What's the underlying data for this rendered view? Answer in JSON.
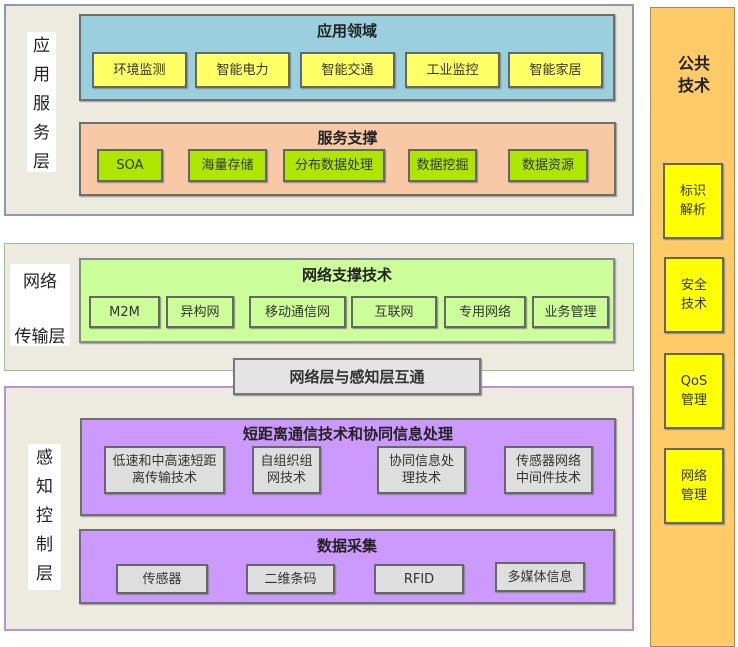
{
  "app_layer": {
    "label": "应用服务层",
    "application_domain": {
      "title": "应用领域",
      "items": [
        "环境监测",
        "智能电力",
        "智能交通",
        "工业监控",
        "智能家居"
      ]
    },
    "service_support": {
      "title": "服务支撑",
      "items": [
        "SOA",
        "海量存储",
        "分布数据处理",
        "数据挖掘",
        "数据资源"
      ]
    }
  },
  "network_layer": {
    "label_line1": "网络",
    "label_line2": "传输层",
    "support": {
      "title": "网络支撑技术",
      "items": [
        "M2M",
        "异构网",
        "移动通信网",
        "互联网",
        "专用网络",
        "业务管理"
      ]
    }
  },
  "interconnect": "网络层与感知层互通",
  "perception_layer": {
    "label": "感知控制层",
    "short_range": {
      "title": "短距离通信技术和协同信息处理",
      "items": [
        "低速和中高速短距离传输技术",
        "自组织组网技术",
        "协同信息处理技术",
        "传感器网络中间件技术"
      ]
    },
    "data_collection": {
      "title": "数据采集",
      "items": [
        "传感器",
        "二维条码",
        "RFID",
        "多媒体信息"
      ]
    }
  },
  "public_tech": {
    "title": "公共技术",
    "items": [
      "标识解析",
      "安全技术",
      "QoS管理",
      "网络管理"
    ]
  }
}
